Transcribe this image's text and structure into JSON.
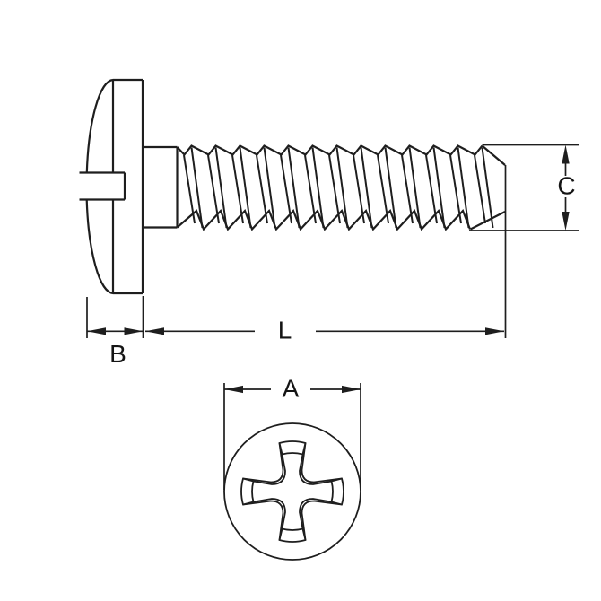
{
  "diagram": {
    "type": "technical-drawing",
    "subject": "phillips-pan-head-machine-screw",
    "background_color": "#ffffff",
    "line_color": "#1e1e1e",
    "label_color": "#141414",
    "dimension_labels": {
      "head_diameter": "A",
      "head_height": "B",
      "thread_diameter": "C",
      "length": "L"
    }
  }
}
